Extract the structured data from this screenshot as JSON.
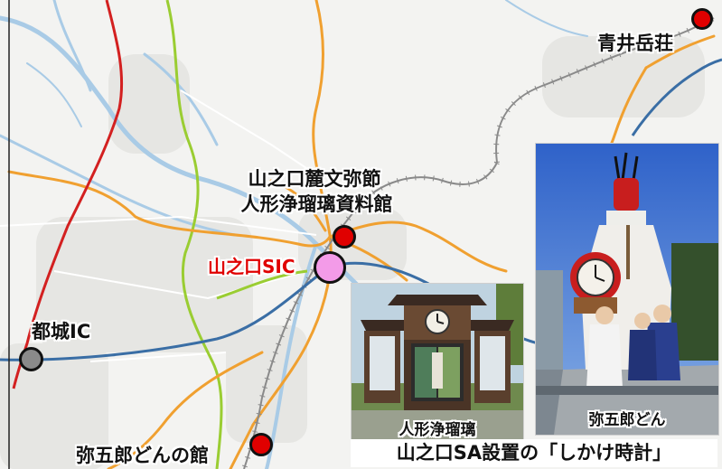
{
  "labels": {
    "aoi_dakesou": "青井岳荘",
    "museum_line1": "山之口麓文弥節",
    "museum_line2": "人形浄瑠璃資料館",
    "yamanokuchi_sic": "山之口SIC",
    "miyakonojo_ic": "都城IC",
    "yagoro_don_yakata": "弥五郎どんの館"
  },
  "photos": {
    "karakuri_caption": "人形浄瑠璃",
    "yagoro_caption": "弥五郎どん",
    "title": "山之口SA設置の「しかけ時計」"
  },
  "colors": {
    "facility_marker": "#e00000",
    "sic_marker": "#f39be8",
    "ic_marker": "#8a8a8a",
    "sic_label": "#e00000",
    "expressway": "#3a6ea5",
    "national_route": "#d32020",
    "prefectural_road": "#f0a030",
    "green_road": "#9acd32",
    "river": "#a9cbe6",
    "railway": "#8a8a8a"
  }
}
